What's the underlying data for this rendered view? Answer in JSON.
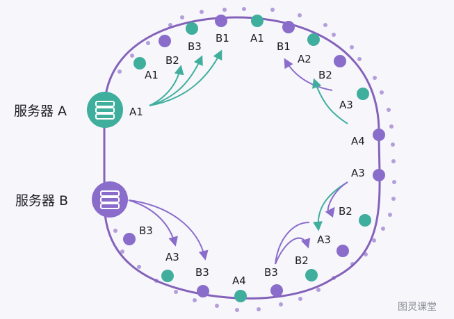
{
  "colors": {
    "ring": "#8462ba",
    "purple": "#8a6ccb",
    "teal": "#3fae9d",
    "dot": "#b39edc",
    "text": "#1c1c24"
  },
  "servers": [
    {
      "id": "server-a",
      "label": "服务器 A",
      "color": "teal"
    },
    {
      "id": "server-b",
      "label": "服务器 B",
      "color": "purple"
    }
  ],
  "nodes": [
    {
      "id": "n1",
      "color": "teal"
    },
    {
      "id": "n2",
      "color": "purple"
    },
    {
      "id": "n3",
      "color": "teal"
    },
    {
      "id": "n4",
      "color": "purple"
    },
    {
      "id": "n5",
      "color": "teal"
    },
    {
      "id": "n6",
      "color": "purple"
    },
    {
      "id": "n7",
      "color": "teal"
    },
    {
      "id": "n8",
      "color": "purple"
    },
    {
      "id": "n9",
      "color": "teal"
    },
    {
      "id": "n10",
      "color": "purple"
    },
    {
      "id": "n11",
      "color": "purple"
    },
    {
      "id": "n12",
      "color": "teal"
    },
    {
      "id": "n13",
      "color": "purple"
    },
    {
      "id": "n14",
      "color": "teal"
    },
    {
      "id": "n15",
      "color": "purple"
    },
    {
      "id": "n16",
      "color": "teal"
    },
    {
      "id": "n17",
      "color": "purple"
    },
    {
      "id": "n18",
      "color": "teal"
    },
    {
      "id": "n19",
      "color": "purple"
    }
  ],
  "labels": [
    {
      "id": "l-a1-top",
      "text": "A1"
    },
    {
      "id": "l-b2-top",
      "text": "B2"
    },
    {
      "id": "l-b3-top",
      "text": "B3"
    },
    {
      "id": "l-b1-top",
      "text": "B1"
    },
    {
      "id": "l-a1-ring",
      "text": "A1"
    },
    {
      "id": "l-b1-right",
      "text": "B1"
    },
    {
      "id": "l-a2-right",
      "text": "A2"
    },
    {
      "id": "l-b2-right",
      "text": "B2"
    },
    {
      "id": "l-a3-right",
      "text": "A3"
    },
    {
      "id": "l-a4-right",
      "text": "A4"
    },
    {
      "id": "l-a3-right2",
      "text": "A3"
    },
    {
      "id": "l-b2-lower",
      "text": "B2"
    },
    {
      "id": "l-a3-lower",
      "text": "A3"
    },
    {
      "id": "l-b2-bottom",
      "text": "B2"
    },
    {
      "id": "l-b3-bottom",
      "text": "B3"
    },
    {
      "id": "l-a4-bottom",
      "text": "A4"
    },
    {
      "id": "l-b3-bottom2",
      "text": "B3"
    },
    {
      "id": "l-a3-bottom",
      "text": "A3"
    },
    {
      "id": "l-b3-left",
      "text": "B3"
    },
    {
      "id": "l-a1-server",
      "text": "A1"
    }
  ],
  "watermark": "图灵课堂"
}
